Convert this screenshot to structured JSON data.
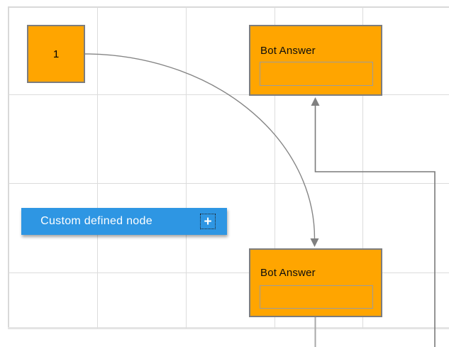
{
  "diagram": {
    "canvas": {
      "background": "#ffffff",
      "grid_line_color": "#dcdcdc",
      "border_color": "#d9d9d9"
    },
    "nodes": {
      "start": {
        "label": "1",
        "fill": "#FFA500",
        "border_color": "#7d7d7d"
      },
      "bot_answer_top": {
        "title": "Bot Answer",
        "fill": "#FFA500",
        "border_color": "#7d7d7d",
        "textbox_border_color": "#9c9c9c"
      },
      "bot_answer_bottom": {
        "title": "Bot Answer",
        "fill": "#FFA500",
        "border_color": "#7d7d7d",
        "textbox_border_color": "#9c9c9c"
      },
      "custom_node": {
        "label": "Custom defined node",
        "fill": "#2E96E3",
        "text_color": "#ffffff",
        "add_icon_glyph": "+"
      }
    },
    "connectors": [
      {
        "id": "curved-connector",
        "from": "start",
        "to": "bot_answer_bottom",
        "style": "curved",
        "arrow": "down",
        "color": "#858585"
      },
      {
        "id": "orthogonal-connector",
        "to": "bot_answer_top",
        "style": "orthogonal",
        "arrow": "up",
        "color": "#7a7a7a"
      },
      {
        "id": "stub-connector",
        "from": "bot_answer_bottom",
        "style": "straight",
        "arrow": "none",
        "color": "#a8a8a8"
      }
    ]
  }
}
